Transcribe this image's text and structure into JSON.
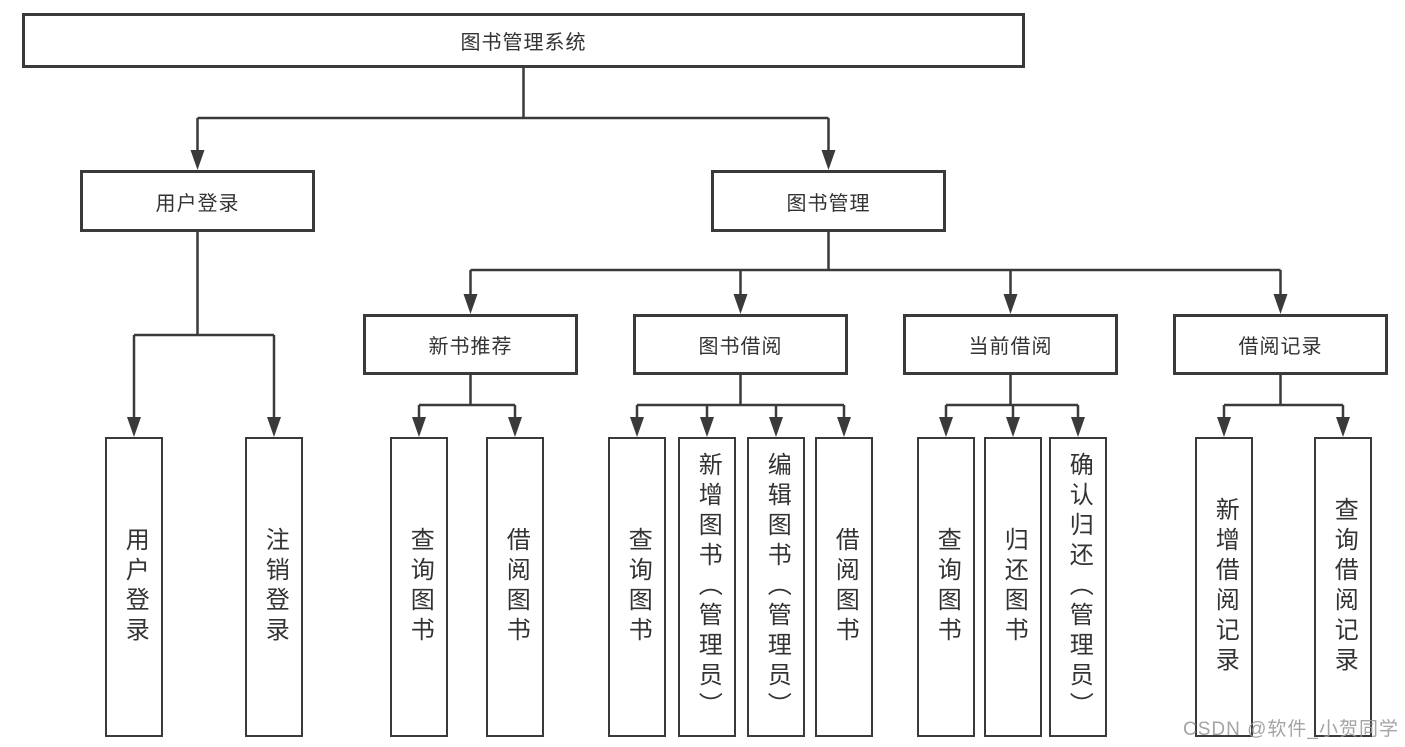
{
  "diagram": {
    "title": "图书管理系统",
    "nodes": {
      "root": "图书管理系统",
      "level2": [
        "用户登录",
        "图书管理"
      ],
      "level3": [
        "新书推荐",
        "图书借阅",
        "当前借阅",
        "借阅记录"
      ],
      "leaves": {
        "user_login": [
          "用户登录",
          "注销登录"
        ],
        "new_book_recommend": [
          "查询图书",
          "借阅图书"
        ],
        "book_borrow": [
          "查询图书",
          "新增图书（管理员）",
          "编辑图书（管理员）",
          "借阅图书"
        ],
        "current_borrow": [
          "查询图书",
          "归还图书",
          "确认归还（管理员）"
        ],
        "borrow_record": [
          "新增借阅记录",
          "查询借阅记录"
        ]
      }
    },
    "colors": {
      "line": "#3a3a3a",
      "text": "#333333",
      "background": "#ffffff",
      "watermark": "#9b9b9f"
    },
    "watermark": "CSDN @软件_小贺同学"
  }
}
